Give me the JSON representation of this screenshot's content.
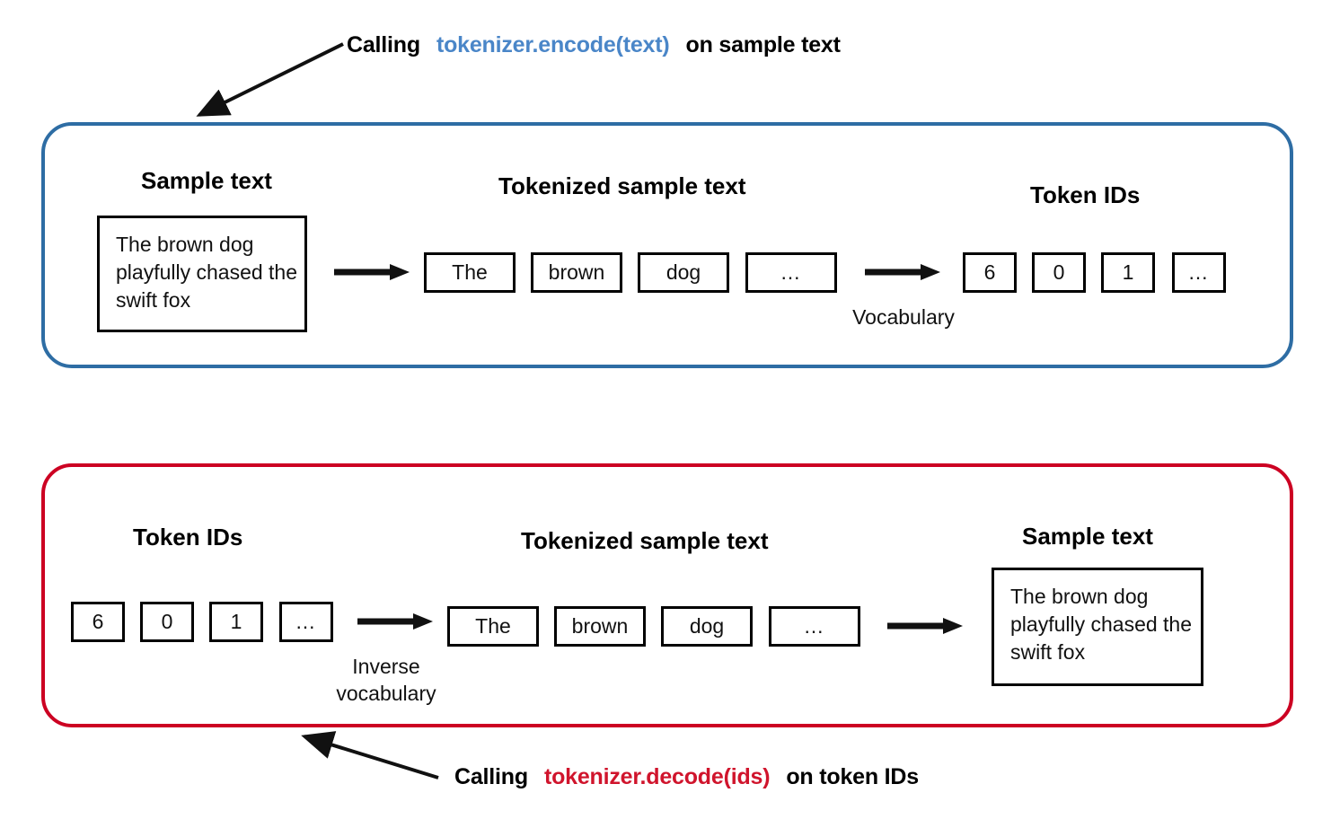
{
  "encode": {
    "caption": {
      "prefix": "Calling",
      "code": "tokenizer.encode(text)",
      "suffix": "on sample text"
    },
    "border_color": "#2E6DA4",
    "code_color": "#4A86C8",
    "headings": {
      "sample_text": "Sample text",
      "tokenized": "Tokenized sample text",
      "token_ids": "Token IDs"
    },
    "sample_text": "The brown dog playfully chased the swift fox",
    "tokens": [
      "The",
      "brown",
      "dog",
      "…"
    ],
    "token_ids": [
      "6",
      "0",
      "1",
      "…"
    ],
    "mapping_label": "Vocabulary"
  },
  "decode": {
    "caption": {
      "prefix": "Calling",
      "code": "tokenizer.decode(ids)",
      "suffix": "on token IDs"
    },
    "border_color": "#CC0022",
    "code_color": "#D0142C",
    "headings": {
      "token_ids": "Token IDs",
      "tokenized": "Tokenized sample text",
      "sample_text": "Sample text"
    },
    "token_ids": [
      "6",
      "0",
      "1",
      "…"
    ],
    "tokens": [
      "The",
      "brown",
      "dog",
      "…"
    ],
    "sample_text": "The brown dog playfully chased the swift fox",
    "mapping_label": "Inverse\nvocabulary"
  }
}
